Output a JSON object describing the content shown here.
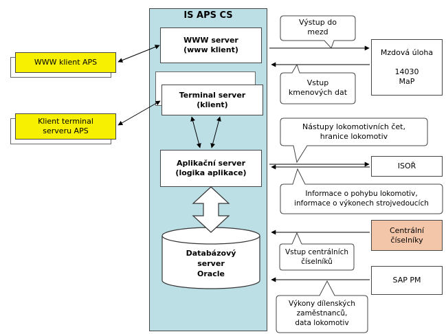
{
  "system_title": "IS APS CS",
  "www_server": "WWW server\n(www klient)",
  "terminal_server": "Terminal server\n(klient)",
  "app_server": "Aplikační server\n(logika aplikace)",
  "db_server": "Databázový\nserver\nOracle",
  "www_client": "WWW klient APS",
  "terminal_client": "Klient terminal\nserveru APS",
  "external": {
    "mzdova": "Mzdová úloha\n\n14030\nMaP",
    "isor": "ISOŘ",
    "centralni": "Centrální\nčíselníky",
    "sap": "SAP PM"
  },
  "callouts": {
    "vystup_mezd": "Výstup do\nmezd",
    "vstup_kmen": "Vstup\nkmenových dat",
    "nastupy": "Nástupy lokomotivních čet,\nhranice lokomotiv",
    "informace": "Informace o pohybu lokomotiv,\ninformace o výkonech strojvedoucích",
    "vstup_cis": "Vstup centrálních\nčíselníků",
    "vykony": "Výkony dílenských\nzaměstnanců,\ndata lokomotiv"
  },
  "colors": {
    "panel": "#bcdfe6",
    "client": "#f7f000",
    "central": "#f4c6a9"
  }
}
